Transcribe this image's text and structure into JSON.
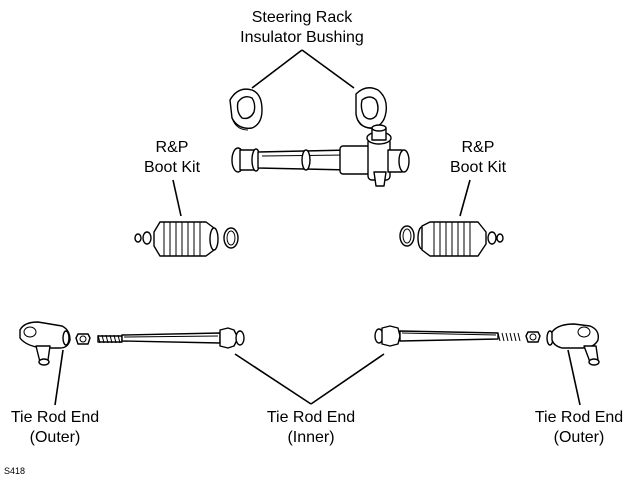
{
  "labels": {
    "bushing": {
      "line1": "Steering Rack",
      "line2": "Insulator Bushing"
    },
    "boot_left": {
      "line1": "R&P",
      "line2": "Boot Kit"
    },
    "boot_right": {
      "line1": "R&P",
      "line2": "Boot Kit"
    },
    "tie_outer_left": {
      "line1": "Tie Rod End",
      "line2": "(Outer)"
    },
    "tie_inner": {
      "line1": "Tie Rod End",
      "line2": "(Inner)"
    },
    "tie_outer_right": {
      "line1": "Tie Rod End",
      "line2": "(Outer)"
    }
  },
  "figure_code": "S418"
}
